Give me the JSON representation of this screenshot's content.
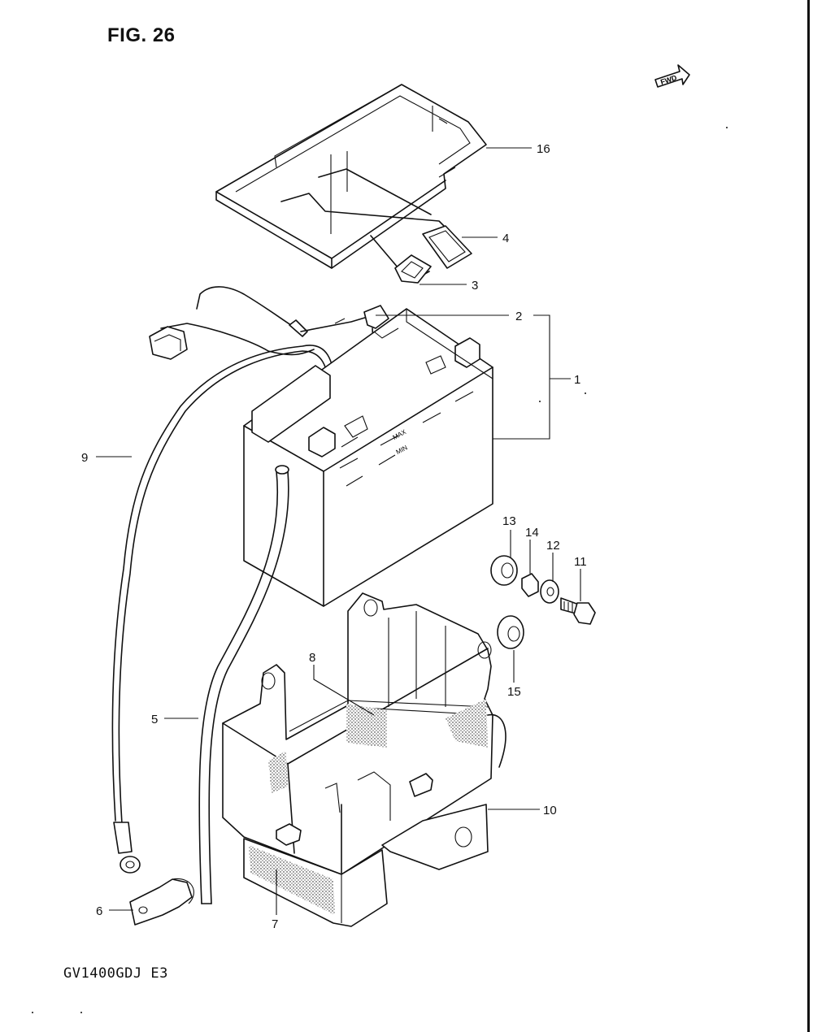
{
  "figure": {
    "title": "FIG. 26",
    "model_code": "GV1400GDJ E3",
    "fwd_badge": "FWD",
    "battery_markings": {
      "max": "MAX",
      "min": "MIN"
    }
  },
  "callouts": [
    "1",
    "2",
    "3",
    "4",
    "5",
    "6",
    "7",
    "8",
    "9",
    "10",
    "11",
    "12",
    "13",
    "14",
    "15",
    "16"
  ],
  "colors": {
    "ink": "#111111",
    "paper": "#ffffff"
  }
}
